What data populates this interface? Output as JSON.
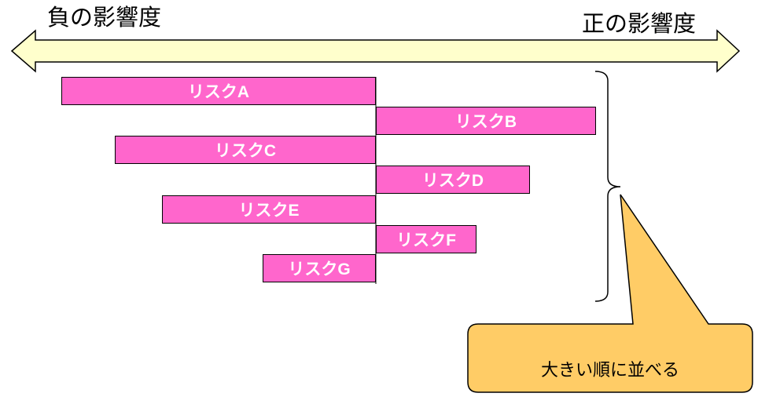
{
  "axis": {
    "negative_label": "負の影響度",
    "positive_label": "正の影響度"
  },
  "risks": [
    {
      "label": "リスクA",
      "direction": "negative",
      "magnitude": 5.0
    },
    {
      "label": "リスクB",
      "direction": "positive",
      "magnitude": 3.5
    },
    {
      "label": "リスクC",
      "direction": "negative",
      "magnitude": 4.15
    },
    {
      "label": "リスクD",
      "direction": "positive",
      "magnitude": 2.45
    },
    {
      "label": "リスクE",
      "direction": "negative",
      "magnitude": 3.4
    },
    {
      "label": "リスクF",
      "direction": "positive",
      "magnitude": 1.6
    },
    {
      "label": "リスクG",
      "direction": "negative",
      "magnitude": 1.8
    }
  ],
  "callout": {
    "text": "大きい順に並べる"
  },
  "colors": {
    "bar_fill": "#ff66cc",
    "bar_text": "#ffffff",
    "arrow_fill": "#ffffcc",
    "callout_fill": "#ffcc66"
  }
}
